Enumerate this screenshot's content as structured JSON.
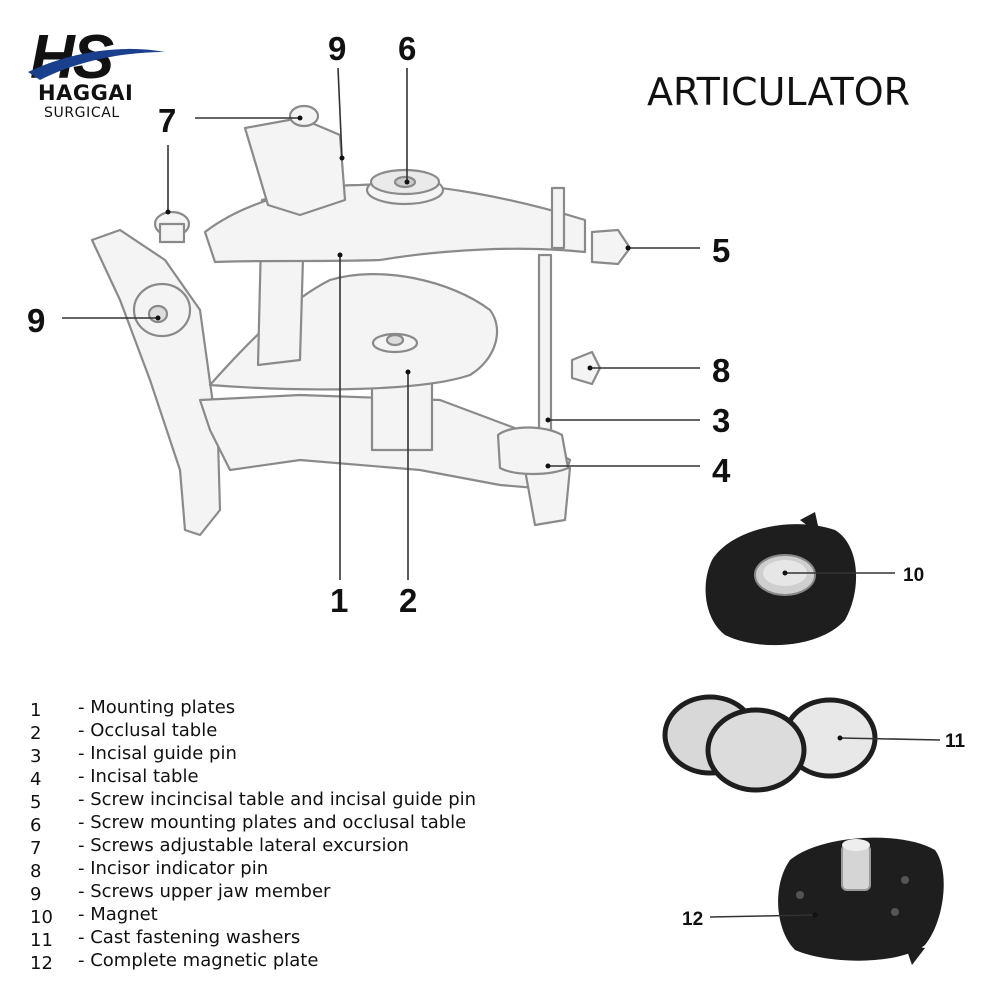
{
  "brand": {
    "name": "HAGGAI",
    "subtitle": "SURGICAL",
    "logo_text": "HS",
    "logo_icon": "swoosh-logo-icon"
  },
  "title": "ARTICULATOR",
  "callouts": {
    "c1": "1",
    "c2": "2",
    "c3": "3",
    "c4": "4",
    "c5": "5",
    "c6": "6",
    "c7a": "7",
    "c7b": "7",
    "c8": "8",
    "c9a": "9",
    "c9b": "9",
    "c10": "10",
    "c11": "11",
    "c12": "12"
  },
  "legend": [
    {
      "num": "1",
      "text": "- Mounting plates"
    },
    {
      "num": "2",
      "text": "- Occlusal table"
    },
    {
      "num": "3",
      "text": "- Incisal guide pin"
    },
    {
      "num": "4",
      "text": "- Incisal table"
    },
    {
      "num": "5",
      "text": "- Screw incincisal table and incisal guide pin"
    },
    {
      "num": "6",
      "text": "- Screw mounting plates and occlusal table"
    },
    {
      "num": "7",
      "text": "- Screws adjustable lateral excursion"
    },
    {
      "num": "8",
      "text": "- Incisor indicator pin"
    },
    {
      "num": "9",
      "text": "- Screws upper jaw member"
    },
    {
      "num": "10",
      "text": "- Magnet"
    },
    {
      "num": "11",
      "text": "- Cast fastening washers"
    },
    {
      "num": "12",
      "text": "- Complete magnetic plate"
    }
  ],
  "colors": {
    "logo_blue": "#1a3f8c",
    "outline": "#8a8a8a",
    "part_dark": "#1e1e1e",
    "metal": "#cfcfcf"
  }
}
